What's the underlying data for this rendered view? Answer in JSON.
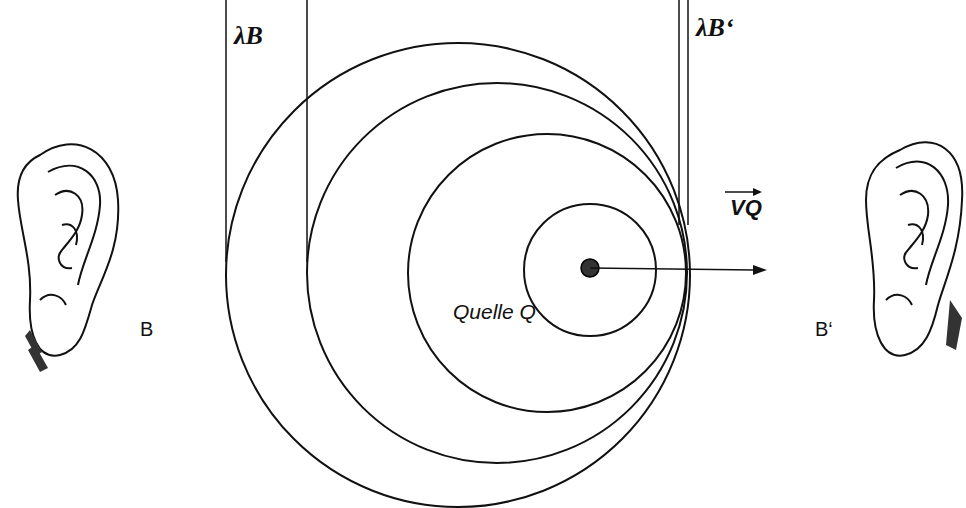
{
  "diagram": {
    "labels": [
      "λB",
      "λB‘",
      "Quelle Q",
      "VQ",
      "B",
      "B‘"
    ]
  }
}
